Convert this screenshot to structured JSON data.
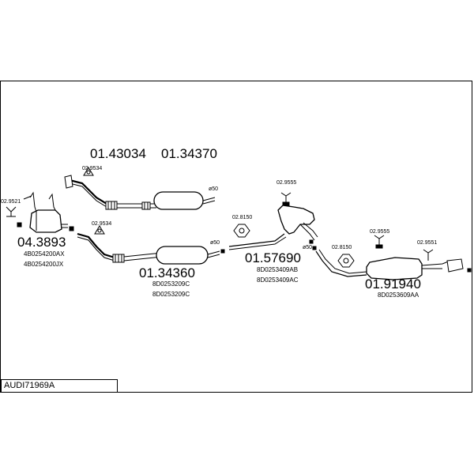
{
  "title": "AUDI71969A",
  "parts": {
    "front_pipe_top": [
      "01.43034",
      "01.34370"
    ],
    "catalyst": {
      "number": "04.3893",
      "refs": [
        "4B0254200AX",
        "4B0254200JX"
      ]
    },
    "middle_silencer": {
      "number": "01.34360",
      "refs": [
        "8D0253209C",
        "8D0253209C"
      ]
    },
    "centre_silencer": {
      "number": "01.57690",
      "refs": [
        "8D0253409AB",
        "8D0253409AC"
      ]
    },
    "rear_silencer": {
      "number": "01.91940",
      "refs": [
        "8D0253609AA"
      ]
    }
  },
  "fittings": {
    "f1": "02.9521",
    "f2": "02.9534",
    "f3": "02.9534",
    "f4": "02.9555",
    "f5": "02.8150",
    "f6": "02.8150",
    "f7": "02.9555",
    "f8": "02.9551"
  },
  "diameters": {
    "d1": "ø50",
    "d2": "ø50",
    "d3": "ø50"
  }
}
